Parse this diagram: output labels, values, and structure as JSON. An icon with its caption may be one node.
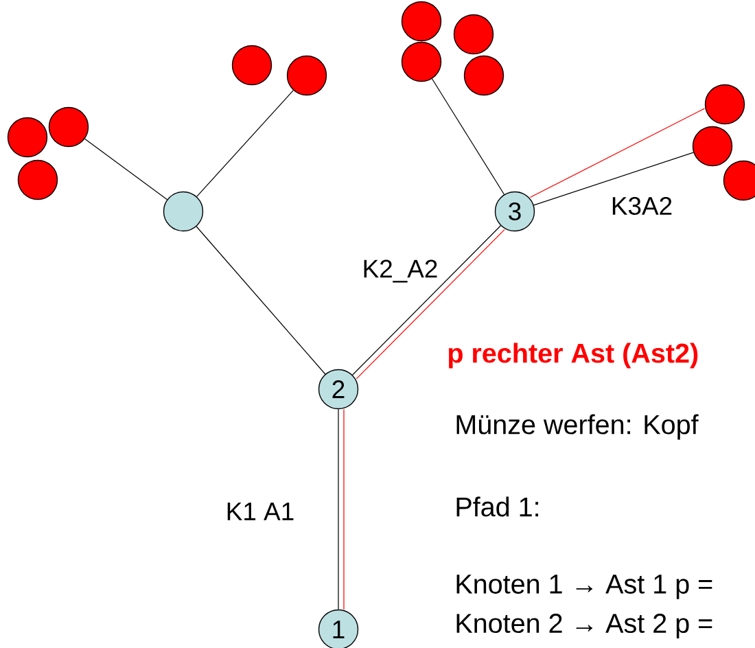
{
  "diagram": {
    "nodes": [
      {
        "text": [],
        "shape": "circle"
      },
      {
        "text": [],
        "shape": "circle"
      },
      {
        "text": [],
        "shape": "circle"
      },
      {
        "text": [],
        "shape": "circle"
      },
      {
        "text": [],
        "shape": "circle"
      },
      {
        "text": [],
        "shape": "circle"
      },
      {
        "text": [],
        "shape": "circle"
      },
      {
        "text": [],
        "shape": "circle"
      },
      {
        "text": [],
        "shape": "circle"
      },
      {
        "text": [],
        "shape": "circle"
      },
      {
        "text": [],
        "shape": "circle"
      },
      {
        "text": [],
        "shape": "circle"
      },
      {
        "text": [],
        "shape": "circle"
      },
      {
        "text": [
          "3"
        ]
      },
      {
        "text": [
          "2"
        ]
      },
      {
        "text": [
          "1"
        ]
      }
    ],
    "edges": [
      {
        "from": 12,
        "to": 7,
        "arrow": "none"
      },
      {
        "from": 12,
        "to": 4,
        "arrow": "none"
      },
      {
        "from": 14,
        "to": 12,
        "arrow": "none"
      },
      {
        "from": 13,
        "to": 2,
        "arrow": "none"
      },
      {
        "from": 13,
        "to": 9,
        "arrow": "none",
        "label": "K3A2"
      },
      {
        "from": 14,
        "to": 13,
        "arrow": "none",
        "label": "K2_A2"
      },
      {
        "from": 15,
        "to": 14,
        "arrow": "none",
        "label": "K1 A1"
      },
      {
        "from": 15,
        "to": 14,
        "arrow": "none",
        "color": "#ff0000"
      },
      {
        "from": 14,
        "to": 13,
        "arrow": "none",
        "color": "#ff0000"
      },
      {
        "from": 13,
        "to": 6,
        "arrow": "none",
        "color": "#ff0000"
      }
    ],
    "labels": [
      "p rechter Ast (Ast2)",
      "Münze werfen: Kopf",
      "Pfad 1:",
      "Knoten 1 → Ast 1 p =",
      "Knoten 2 → Ast 2 p ="
    ]
  }
}
